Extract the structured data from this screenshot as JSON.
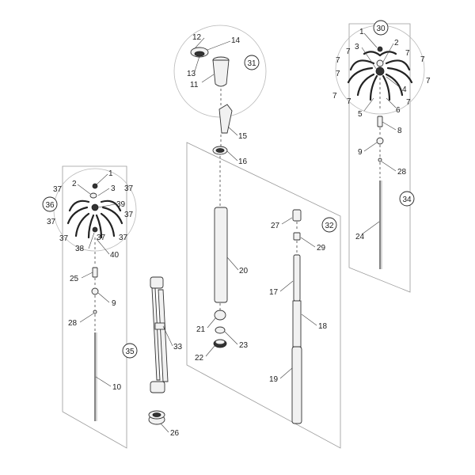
{
  "group_labels": [
    "30",
    "31",
    "32",
    "34",
    "35",
    "36"
  ],
  "part_labels": [
    "1",
    "2",
    "3",
    "4",
    "5",
    "6",
    "7",
    "8",
    "9",
    "10",
    "11",
    "12",
    "13",
    "14",
    "15",
    "16",
    "17",
    "18",
    "19",
    "20",
    "21",
    "22",
    "23",
    "24",
    "25",
    "26",
    "27",
    "28",
    "29",
    "33",
    "37",
    "38",
    "39",
    "40"
  ]
}
